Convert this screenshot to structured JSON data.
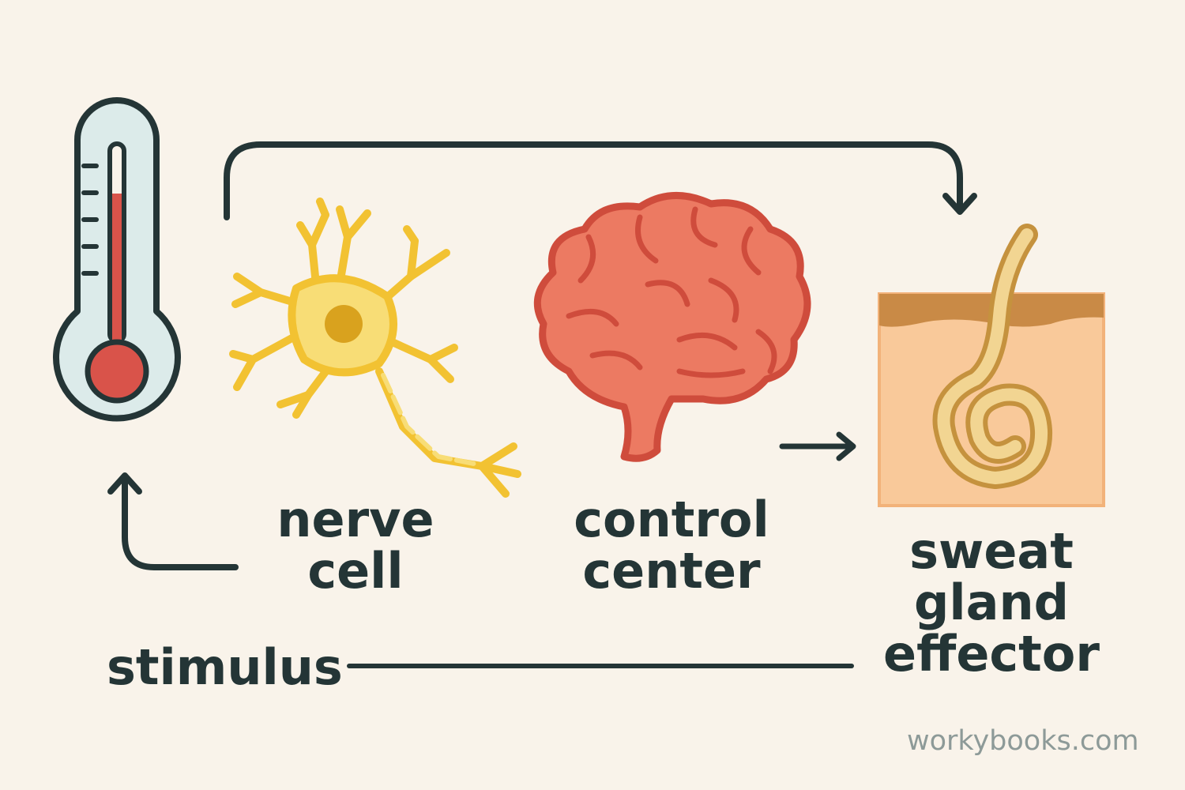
{
  "labels": {
    "nerve_cell": [
      "nerve",
      "cell"
    ],
    "control_center": [
      "control",
      "center"
    ],
    "effector": [
      "sweat",
      "gland",
      "effector"
    ],
    "stimulus": "stimulus"
  },
  "watermark": "workybooks.com",
  "colors": {
    "background": "#f9f3ea",
    "outline": "#243536",
    "thermometer_glass": "#dcebea",
    "mercury": "#d9534a",
    "neuron": "#f2c232",
    "neuron_fill": "#f8dd76",
    "brain": "#ec7a62",
    "brain_outline": "#cf4c3c",
    "skin": "#f9c99a",
    "skin_top": "#c98a46",
    "gland": "#e9be6c"
  }
}
